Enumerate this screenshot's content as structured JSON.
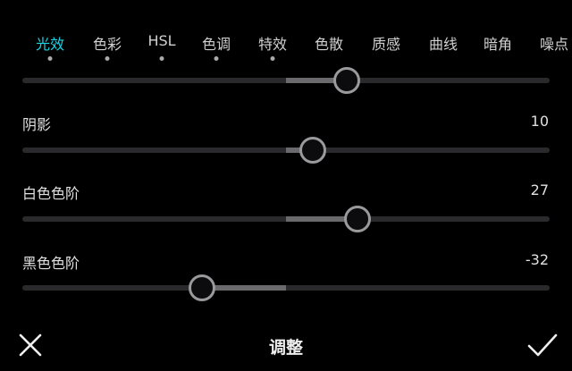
{
  "tabs": [
    {
      "label": "光效",
      "active": true,
      "dot": true
    },
    {
      "label": "色彩",
      "dot": true
    },
    {
      "label": "HSL",
      "dot": true
    },
    {
      "label": "色调",
      "dot": true
    },
    {
      "label": "特效",
      "dot": true
    },
    {
      "label": "色散"
    },
    {
      "label": "质感"
    },
    {
      "label": "曲线"
    },
    {
      "label": "暗角"
    },
    {
      "label": "噪点"
    }
  ],
  "sliders": [
    {
      "label": "",
      "value": 23
    },
    {
      "label": "阴影",
      "value": "10"
    },
    {
      "label": "白色色阶",
      "value": "27"
    },
    {
      "label": "黑色色阶",
      "value": "-32"
    }
  ],
  "bottom": {
    "title": "调整",
    "close_icon": "close-icon",
    "confirm_icon": "check-icon"
  },
  "colors": {
    "accent": "#19d3e6"
  }
}
